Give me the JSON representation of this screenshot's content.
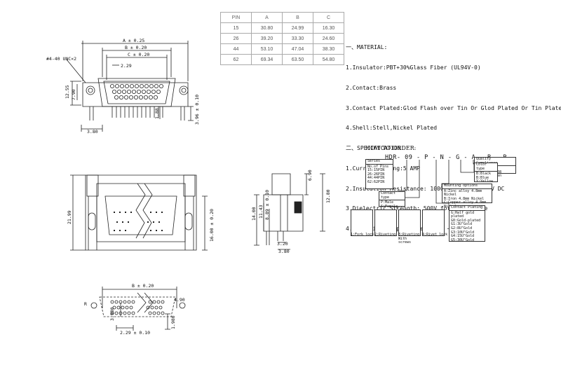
{
  "table": {
    "headers": [
      "PIN",
      "A",
      "B",
      "C"
    ],
    "rows": [
      [
        "15",
        "30.80",
        "24.99",
        "16.30"
      ],
      [
        "26",
        "39.20",
        "33.30",
        "24.60"
      ],
      [
        "44",
        "53.10",
        "47.04",
        "38.30"
      ],
      [
        "62",
        "69.34",
        "63.50",
        "54.80"
      ]
    ]
  },
  "spec": {
    "material_heading": "一、MATERIAL:",
    "material": [
      "1.Insulator:PBT+30%Glass Fiber (UL94V-0)",
      "2.Contact:Brass",
      "3.Contact Plated:Glod Flash over Tin Or Glod Plated Or Tin Plated",
      "4.Shell:Stell,Nickel Plated"
    ],
    "specification_heading": "二、SPECIFICATION:",
    "specification": [
      "1.Current Rating:5 AMP",
      "2.Insulation Resistance: 1000MΩ MIN. At 500V DC",
      "3.Dielectric Strength: 500V for One minute",
      "4.Operation Temperature: -55° ~+105°"
    ]
  },
  "order": {
    "title": "HOW TO ORDER:",
    "code": "HDR- 09 - P - N - G - A - B - R",
    "series": {
      "title": "Series",
      "lines": [
        "No.of Pins",
        "15:15PIN",
        "26:26PIN",
        "44:44PIN",
        "62:62PIN"
      ]
    },
    "contact_type": {
      "title": "Contact type",
      "lines": [
        "P:Male",
        "S:Female"
      ]
    },
    "compliance": {
      "title": "Quality Compliance",
      "lines": [
        "R:Rohs",
        "R:REACH3C-08",
        "H:NO,Halogen"
      ]
    },
    "color": {
      "title": "Color type",
      "lines": [
        "B:Black",
        "B:Blue",
        "Y:Yellow"
      ]
    },
    "mounting": {
      "title": "Mounting options",
      "lines": [
        "A:Zinc alloy 4.8mm Nickel",
        "B:Iron 4.8mm Nickel",
        "C:Copper alloy 4.8mm Nickel"
      ]
    },
    "plating": {
      "title": "Contact Plating",
      "lines": [
        "G:Half gold plated",
        "G0:Gold-plated",
        "G1:3U\"Gold",
        "G2:8U\"Gold",
        "G3:10U\"Gold",
        "G4:15U\"Gold",
        "G5:30U\"Gold"
      ]
    },
    "options": [
      "1:Fork lock",
      "2:Riveting",
      "3:Riveting With screws",
      "4:Rivet lock"
    ]
  },
  "labels": {
    "dim_a": "A ± 0.25",
    "dim_b": "B ± 0.20",
    "dim_c": "C ± 0.20",
    "dim_pitch": "2.29",
    "dim_screw": "#4-40 UNC×2",
    "dim_380": "3.80",
    "dim_320": "3.20",
    "dim_229": "2.29 ± 0.10",
    "dim_490": "4.90",
    "dim_r": "R",
    "dim_1255": "12.55",
    "dim_790": "7.90",
    "dim_396": "3.96 ± 0.10",
    "dim_188": "1.88",
    "dim_2199": "21.99",
    "dim_1600": "16.00 ± 0.20",
    "dim_1400": "14.00",
    "dim_1143": "11.43",
    "dim_889": "8.89 ± 0.10",
    "dim_690": "6.90",
    "dim_1280": "12.80",
    "dim_3980": "3.980",
    "dim_1980": "1.980"
  }
}
